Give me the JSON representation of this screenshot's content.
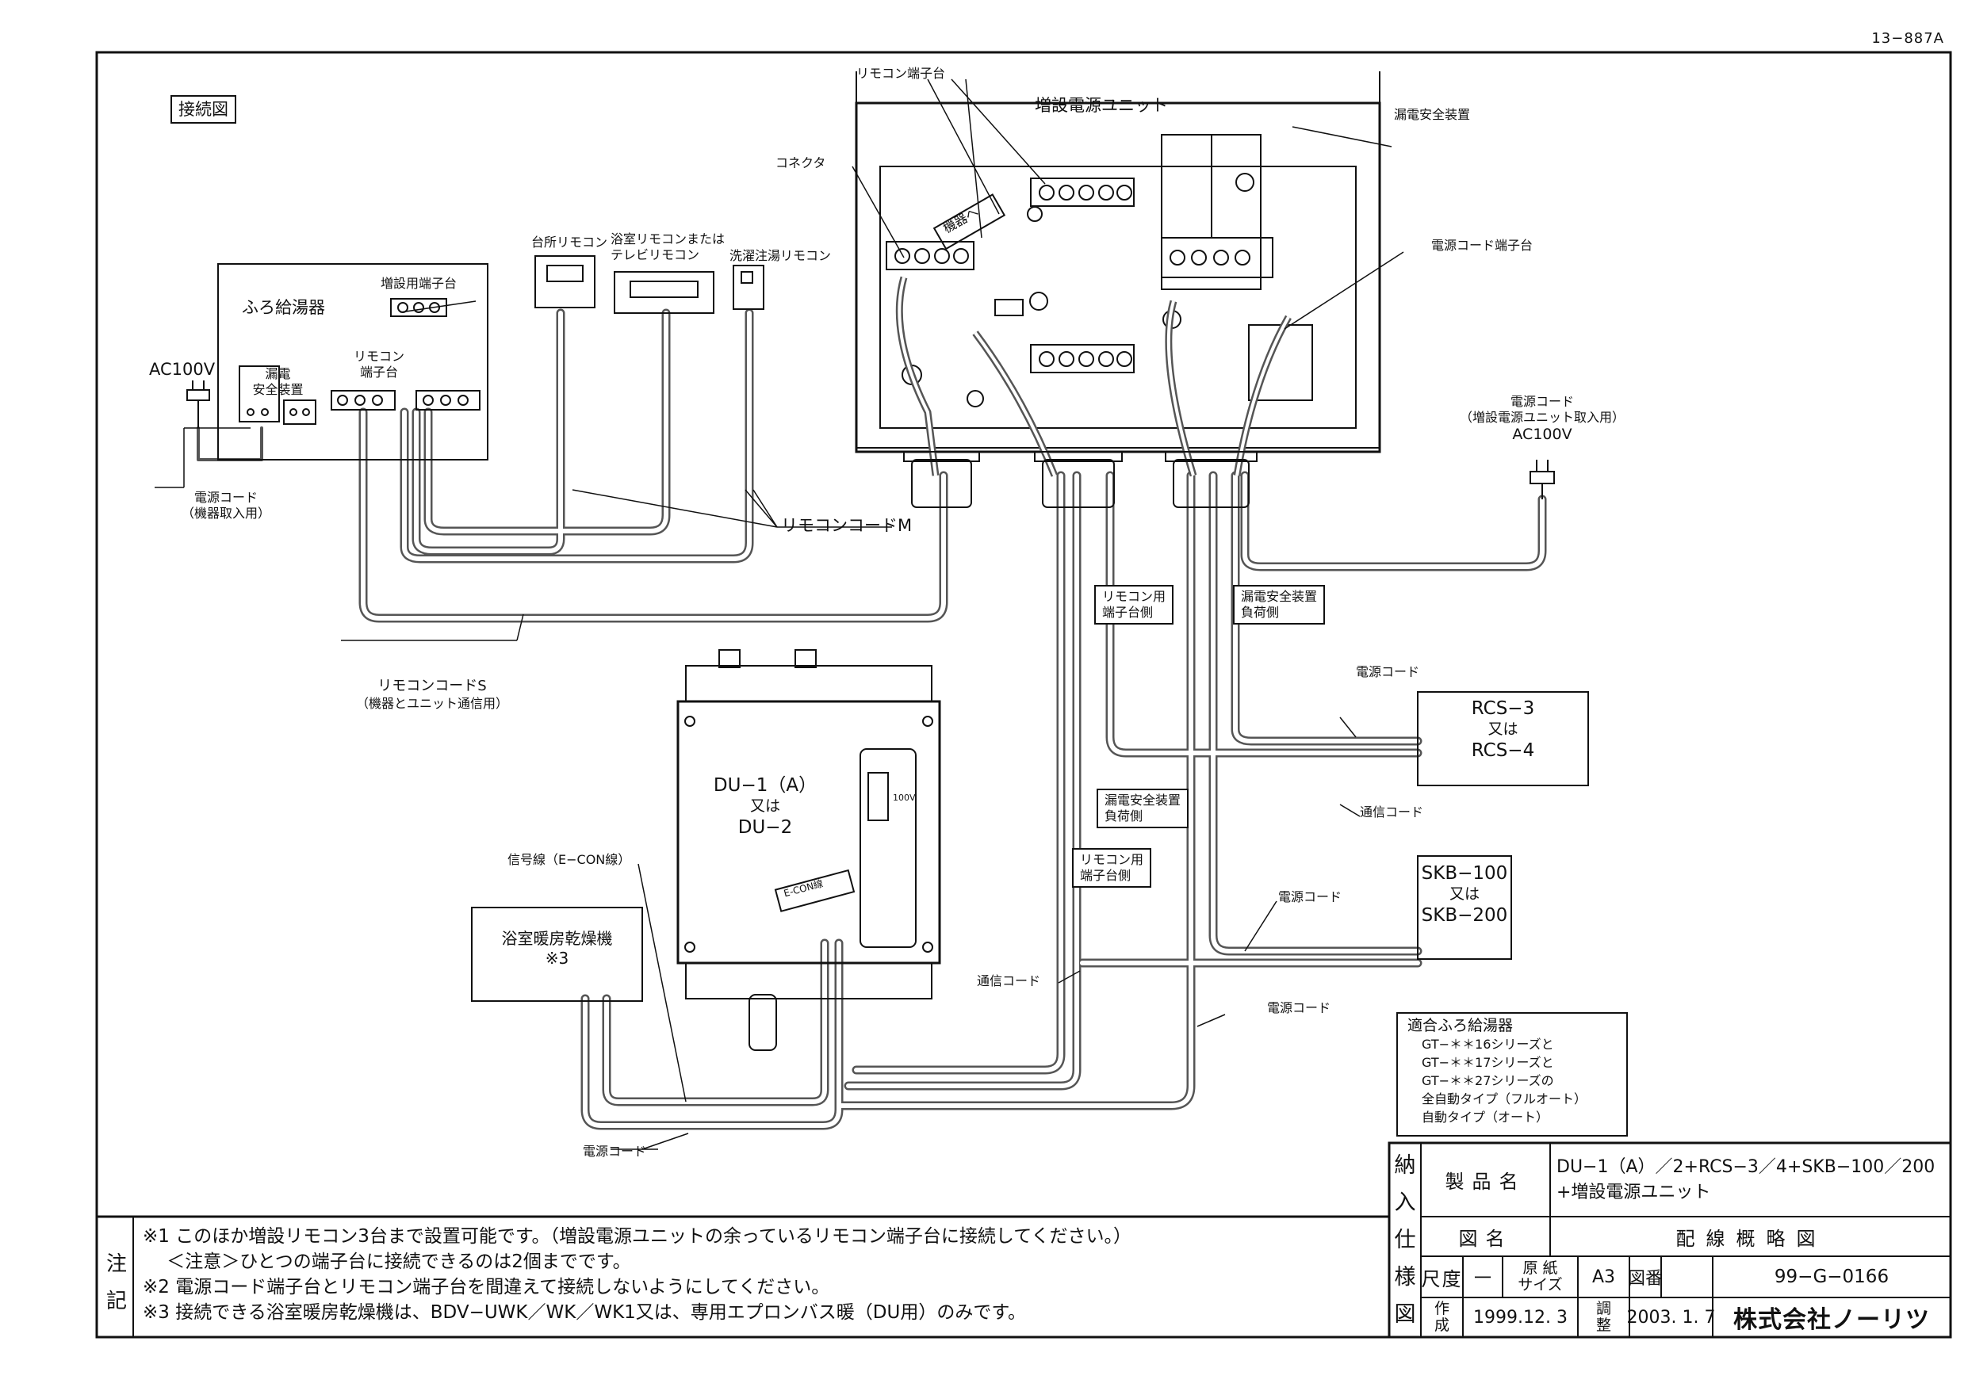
{
  "doc_number": "13−887A",
  "diagram_title": "接続図",
  "labels": {
    "heater": "ふろ給湯器",
    "expansion_terminal": "増設用端子台",
    "remote_terminal_heater": [
      "リモコン",
      "端子台"
    ],
    "ac100v_left": "AC100V",
    "elb_heater": [
      "漏電",
      "安全装置"
    ],
    "power_cord_heater": [
      "電源コード",
      "（機器取入用）"
    ],
    "kitchen_remote": "台所リモコン",
    "bath_remote": [
      "浴室リモコンまたは",
      "テレビリモコン"
    ],
    "laundry_remote": "洗濯注湯リモコン",
    "remote_cord_m": "リモコンコードM",
    "remote_cord_s": [
      "リモコンコードS",
      "（機器とユニット通信用）"
    ],
    "remote_terminal_unit": "リモコン端子台",
    "connector": "コネクタ",
    "expansion_power_unit": "増設電源ユニット",
    "elb_unit": "漏電安全装置",
    "power_cord_terminal": "電源コード端子台",
    "to_device": "機器へ",
    "power_cord_unit": [
      "電源コード",
      "（増設電源ユニット取入用）",
      "AC100V"
    ],
    "remote_terminal_side_1": [
      "リモコン用",
      "端子台側"
    ],
    "elb_load_side_1": [
      "漏電安全装置",
      "負荷側"
    ],
    "power_cord_rcs": "電源コード",
    "rcs": [
      "RCS−3",
      "又は",
      "RCS−4"
    ],
    "comm_cord_rcs": "通信コード",
    "elb_load_side_2": [
      "漏電安全装置",
      "負荷側"
    ],
    "remote_terminal_side_2": [
      "リモコン用",
      "端子台側"
    ],
    "power_cord_skb": "電源コード",
    "skb": [
      "SKB−100",
      "又は",
      "SKB−200"
    ],
    "comm_cord_bottom": "通信コード",
    "power_cord_bottom": "電源コード",
    "du": [
      "DU−1（A）",
      "又は",
      "DU−2"
    ],
    "du_plate_econ": "E-CON線",
    "du_plate_volt": "100V",
    "signal_wire": "信号線（E−CON線）",
    "bath_dryer": [
      "浴室暖房乾燥機",
      "※3"
    ],
    "power_cord_dryer": "電源コード",
    "compatible": [
      "適合ふろ給湯器",
      "GT−＊＊16シリーズと",
      "GT−＊＊17シリーズと",
      "GT−＊＊27シリーズの",
      "全自動タイプ（フルオート）",
      "自動タイプ（オート）"
    ]
  },
  "notes": {
    "side_label": [
      "注",
      "記"
    ],
    "items": [
      "※1 このほか増設リモコン3台まで設置可能です。（増設電源ユニットの余っているリモコン端子台に接続してください。）",
      "　 ＜注意＞ひとつの端子台に接続できるのは2個までです。",
      "※2 電源コード端子台とリモコン端子台を間違えて接続しないようにしてください。",
      "※3 接続できる浴室暖房乾燥機は、BDV−UWK／WK／WK1又は、専用エプロンバス暖（DU用）のみです。"
    ]
  },
  "title_block": {
    "side_label": [
      "納",
      "入",
      "仕",
      "様",
      "図"
    ],
    "product_name_label": "製品名",
    "product_name": [
      "DU−1（A）／2+RCS−3／4+SKB−100／200",
      "+増設電源ユニット"
    ],
    "drawing_name_label": "図名",
    "drawing_name": "配線概略図",
    "scale_label": "尺度",
    "scale": "一",
    "paper_size_label": [
      "原 紙",
      "サイズ"
    ],
    "paper_size": "A3",
    "drawing_no_label": "図番",
    "drawing_no": "99−G−0166",
    "created_label": [
      "作",
      "成"
    ],
    "created": "1999.12. 3",
    "adjusted_label": [
      "調",
      "整"
    ],
    "adjusted": "2003. 1. 7",
    "company": "株式会社ノーリツ"
  }
}
